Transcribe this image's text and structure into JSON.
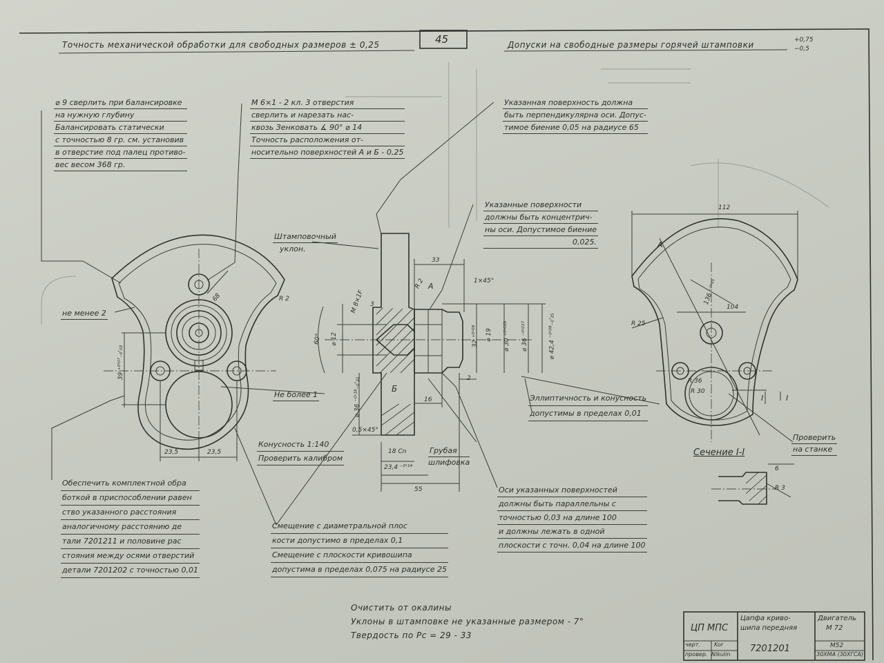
{
  "header": {
    "left_note": "Точность механической обработки для свободных размеров ± 0,25",
    "sheet_number": "45",
    "right_note": "Допуски на свободные размеры горячей штамповки",
    "right_tol_plus": "+0,75",
    "right_tol_minus": "−0,5"
  },
  "notes": {
    "balance": [
      "⌀ 9 сверлить при балансировке",
      "на нужную глубину",
      "Балансировать статически",
      "с точностью 8 гр. см. установив",
      "в отверстие под палец противо-",
      "вес весом 368 гр."
    ],
    "thread": [
      "М 6×1 - 2 кл. 3 отверстия",
      "сверлить и нарезать нас-",
      "квозь Зенковать ∡ 90° ⌀ 14",
      "Точность расположения от-",
      "носительно поверхностей А и Б - 0,25"
    ],
    "perpendicular": [
      "Указанная поверхность должна",
      "быть перпендикулярна оси. Допус-",
      "тимое биение 0,05 на радиусе 65"
    ],
    "concentric": [
      "Указанные поверхности",
      "должны быть концентрич-",
      "ны оси. Допустимое биение",
      "0,025."
    ],
    "draft": [
      "Штамповочный",
      "уклон."
    ],
    "not_less": "не менее 2",
    "not_more": "Не более 1",
    "ellipticity": [
      "Эллиптичность и конусность",
      "допустимы в пределах 0,01"
    ],
    "taper": [
      "Конусность 1:140",
      "Проверить калибром"
    ],
    "check_machine": [
      "Проверить",
      "на станке"
    ],
    "coarse_grind": [
      "Грубая",
      "шлифовка"
    ],
    "section_title": "Сечение I-I",
    "set_machining": [
      "Обеспечить комплектной обра",
      "боткой в приспособлении равен",
      "ство указанного расстояния",
      "аналогичному расстоянию де",
      "тали 7201211 и половине рас",
      "стояния между осями отверстий",
      "детали 7201202 с точностью 0,01"
    ],
    "offset": [
      "Смещение с диаметральной плос",
      "кости допустимо в пределах 0,1",
      "Смещение с плоскости кривошипа",
      "допустима в пределах 0,075 на радиусе 25"
    ],
    "parallel": [
      "Оси указанных поверхностей",
      "должны быть параллельны с",
      "точностью 0,03 на длине 100",
      "и должны лежать в одной",
      "плоскости с точн. 0,04 на длине 100"
    ],
    "bottom": [
      "Очистить от окалины",
      "Уклоны в штамповке не указанные размером - 7°",
      "Твердость по Рс = 29 - 33"
    ]
  },
  "dimensions": {
    "d235_left": "23,5",
    "d235_right": "23,5",
    "d39": "39 ⁺⁰'⁰⁷₋₀'₀₂",
    "r2_left": "R 2",
    "d68": "68",
    "d33": "33",
    "chamfer": "1×45°",
    "r2_mid": "R 2",
    "label_a": "А",
    "label_b": "Б",
    "m8": "М 8×1F",
    "angle60": "60°",
    "d12": "⌀ 12",
    "d3": "3",
    "d32": "32 ⁺⁰'⁰⁸",
    "d19": "⌀ 19",
    "d30": "⌀ 30 ⁺⁰'⁰²³",
    "d36": "⌀ 36 ⁻⁰'⁰¹⁷",
    "d42": "⌀ 42,4 ⁻⁰'⁰⁸₋₀'₂₅",
    "d36b": "⌀ 36 ⁻⁰'¹⁸₋₀'₂₁",
    "d2": "2",
    "d16": "16",
    "d18": "18 Сn",
    "d23": "23,4 ⁻⁰'¹⁴",
    "d55": "55",
    "chamfer2": "0,5×45°",
    "d112": "112",
    "d104": "104",
    "d136": "136 ⁻⁰'¹⁵",
    "r25": "R 25",
    "r36": "R 36",
    "r30": "R 30",
    "r3": "R 3",
    "d6": "6",
    "sec_mark": "I",
    "angle_label": "А"
  },
  "title_block": {
    "org": "ЦП МПС",
    "name1": "Цапфа криво-",
    "name2": "шипа передняя",
    "engine1": "Двигатель",
    "engine2": "М 72",
    "draw_label": "черт.",
    "check_label": "провер.",
    "sig1": "Kor",
    "sig2": "Nikulin",
    "number": "7201201",
    "stamp": "М52",
    "material": "30ХМА (30ХГСА)"
  }
}
